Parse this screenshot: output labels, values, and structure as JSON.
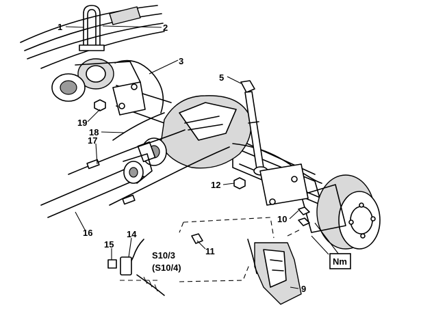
{
  "callouts": {
    "c1": "1",
    "c2": "2",
    "c3": "3",
    "c5": "5",
    "c9": "9",
    "c10": "10",
    "c11": "11",
    "c12": "12",
    "c14": "14",
    "c15": "15",
    "c16": "16",
    "c17": "17",
    "c18": "18",
    "c19": "19"
  },
  "model_note": {
    "line1": "S10/3",
    "line2": "(S10/4)"
  },
  "torque_badge": "Nm"
}
